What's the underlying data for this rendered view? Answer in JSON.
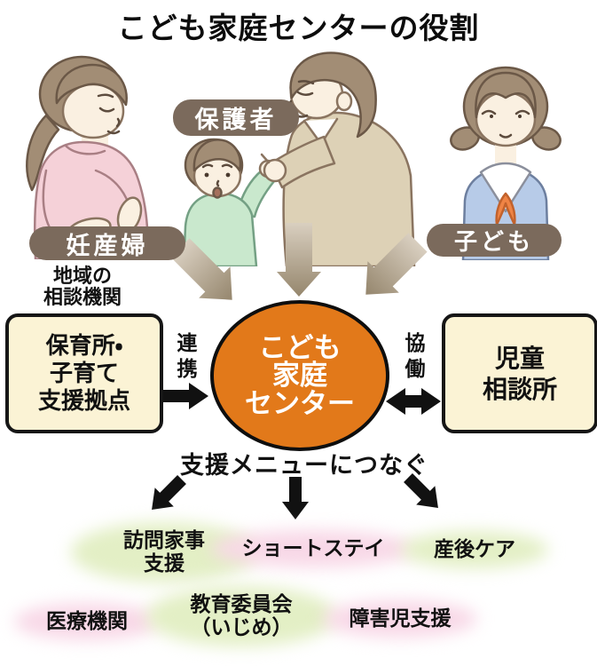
{
  "title": "こども家庭センターの役割",
  "actors": {
    "pregnant_label": "妊産婦",
    "guardian_label": "保護者",
    "child_label": "子ども"
  },
  "center_hub": {
    "name": "こども\n家庭\nセンター"
  },
  "left_branch": {
    "caption": "地域の\n相談機関",
    "box": "保育所・\n子育て\n支援拠点",
    "relation": "連携"
  },
  "right_branch": {
    "box": "児童\n相談所",
    "relation": "協働"
  },
  "support": {
    "heading": "支援メニューにつなぐ",
    "items": [
      {
        "text": "訪問家事\n支援",
        "highlight": "green"
      },
      {
        "text": "ショートステイ",
        "highlight": "pink"
      },
      {
        "text": "産後ケア",
        "highlight": "green"
      },
      {
        "text": "医療機関",
        "highlight": "pink"
      },
      {
        "text": "教育委員会\n（いじめ）",
        "highlight": "green"
      },
      {
        "text": "障害児支援",
        "highlight": "pink"
      }
    ]
  },
  "colors": {
    "center_fill": "#e2791a",
    "box_fill": "#fbf3d5",
    "pill_fill": "#7b6a5c",
    "green_highlight": "#e3efc5",
    "pink_highlight": "#f8d8e7",
    "arrow_black": "#111111",
    "arrow_brown_light": "#d9cfc0",
    "arrow_brown_dark": "#95866d"
  }
}
